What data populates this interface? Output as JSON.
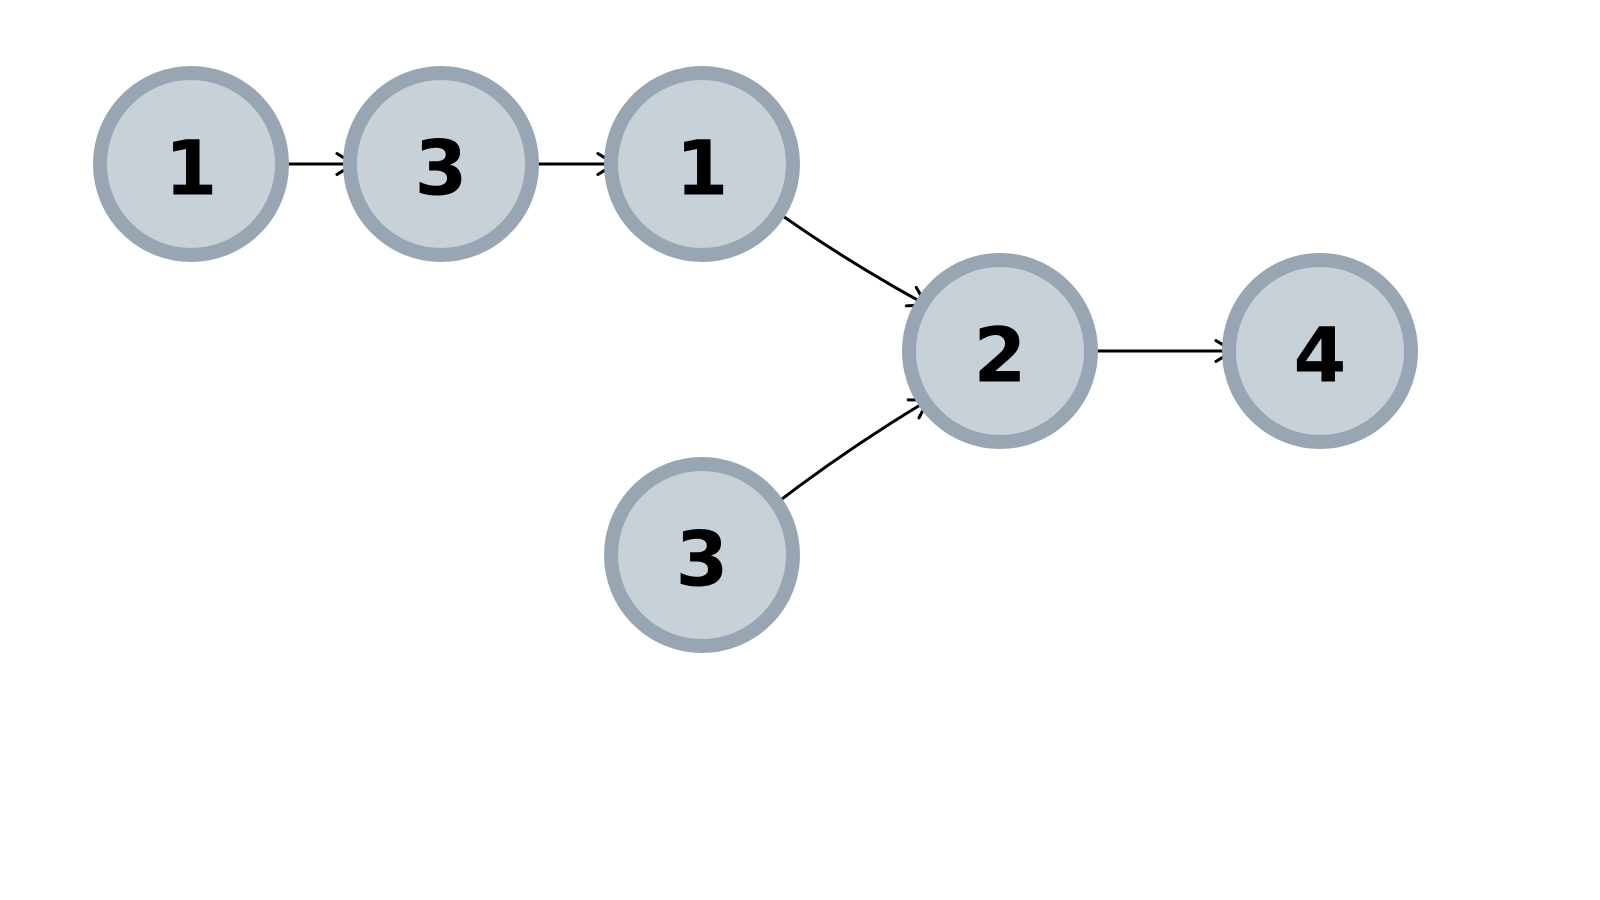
{
  "colors": {
    "node_fill": "#c8d0d8",
    "node_border": "#98a6b4",
    "text": "#000000",
    "edge": "#000000"
  },
  "nodes": [
    {
      "id": "a",
      "label": "1"
    },
    {
      "id": "b",
      "label": "3"
    },
    {
      "id": "c",
      "label": "1"
    },
    {
      "id": "d",
      "label": "2"
    },
    {
      "id": "e",
      "label": "4"
    },
    {
      "id": "f",
      "label": "3"
    }
  ],
  "edges": [
    {
      "from": "a",
      "to": "b"
    },
    {
      "from": "b",
      "to": "c"
    },
    {
      "from": "c",
      "to": "d"
    },
    {
      "from": "f",
      "to": "d"
    },
    {
      "from": "d",
      "to": "e"
    }
  ]
}
